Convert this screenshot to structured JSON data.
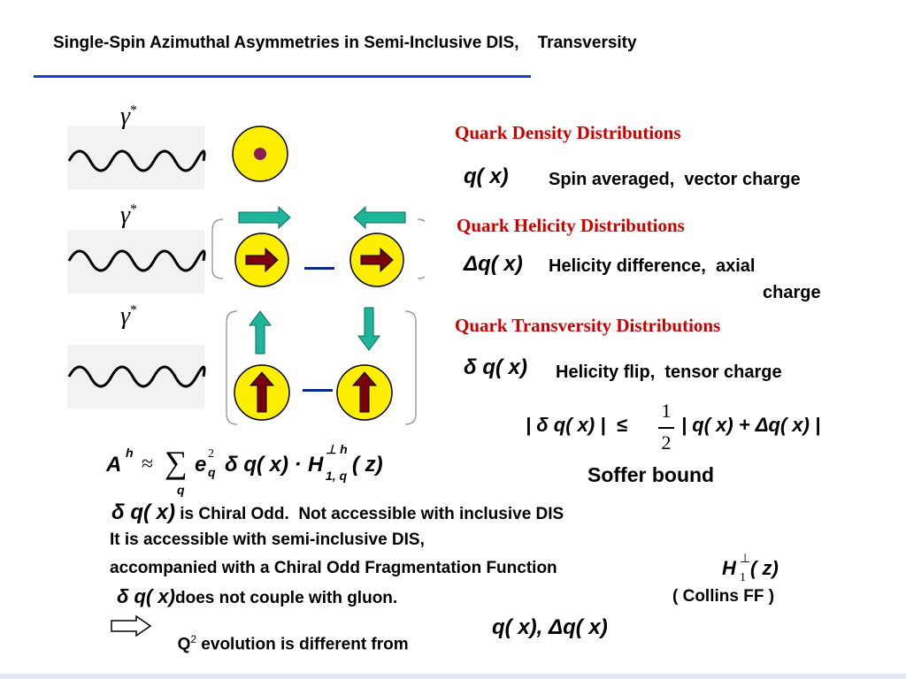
{
  "slide": {
    "title": "Single-Spin Azimuthal Asymmetries in Semi-Inclusive DIS,    Transversity",
    "photon_label": "γ",
    "photon_sup": "*",
    "minus_sign": "—"
  },
  "sections": [
    {
      "heading": "Quark Density Distributions",
      "formula": "q( x)",
      "description": "Spin averaged,  vector charge"
    },
    {
      "heading": "Quark Helicity Distributions",
      "formula": "Δq( x)",
      "description": "Helicity difference,  axial",
      "description2": "charge"
    },
    {
      "heading": "Quark Transversity Distributions",
      "formula": "δ q( x)",
      "description": "Helicity flip,  tensor charge"
    }
  ],
  "soffer": {
    "left": "| δ q( x) |  ≤",
    "frac_num": "1",
    "frac_den": "2",
    "right": "| q( x) + Δq( x) |",
    "label": "Soffer bound"
  },
  "asymmetry": {
    "lhs": "A",
    "lhs_sup": "h",
    "approx": "≈",
    "sum": "∑",
    "sum_sub": "q",
    "e": "e",
    "e_sup": "2",
    "e_sub": "q",
    "delta_q": "δ q( x) ·",
    "H": "H",
    "H_sup": "⊥ h",
    "H_sub": "1, q",
    "z": "( z)"
  },
  "text": {
    "line1_formula": "δ q( x)",
    "line1": " is Chiral Odd.  Not accessible with inclusive DIS",
    "line2": "It is accessible with semi-inclusive DIS,",
    "line3": "accompanied with a Chiral Odd Fragmentation Function",
    "line3_H": "H",
    "line3_H_sup": "⊥",
    "line3_H_sub": "1",
    "line3_z": "( z)",
    "line4_formula": "δ q( x)",
    "line4": "does not couple with gluon.",
    "line4_note": "( Collins FF )",
    "line5_prefix": "Q",
    "line5_sup": "2",
    "line5": " evolution is different from",
    "line5_formula": "q( x), Δq( x)"
  },
  "colors": {
    "accent_line": "#1a3ad4",
    "heading_red": "#cc0000",
    "quark_fill": "#ffee00",
    "dark_red": "#7a0010",
    "teal_arrow": "#1fb59a",
    "dot": "#8b1a5a"
  }
}
